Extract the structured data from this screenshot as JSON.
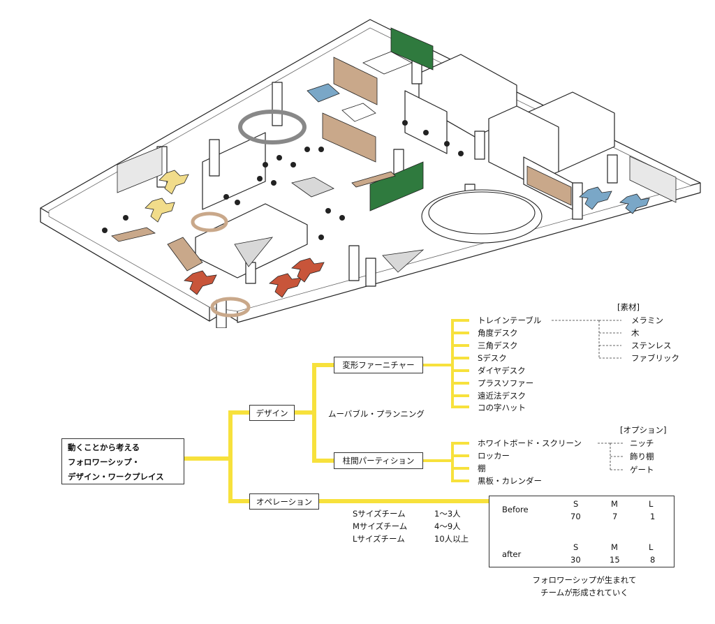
{
  "colors": {
    "accent_yellow": "#f7e13c",
    "red_cross": "#c8553a",
    "blue_cross": "#7aa7c7",
    "pale_yellow_cross": "#f1dc8a",
    "green_board": "#2f7a3e",
    "wood": "#c9a88a",
    "grey": "#b9b9b9"
  },
  "floorplan": {
    "icon": "isometric-office-floorplan"
  },
  "root": {
    "line1": "動くことから考える",
    "line2": "フォロワーシップ・",
    "line3": "デザイン・ワークプレイス"
  },
  "design": {
    "label": "デザイン"
  },
  "operation": {
    "label": "オペレーション"
  },
  "furniture": {
    "label": "変形ファーニチャー",
    "items": [
      "トレインテーブル",
      "角度デスク",
      "三角デスク",
      "Sデスク",
      "ダイヤデスク",
      "プラスソファー",
      "遠近法デスク",
      "コの字ハット"
    ]
  },
  "materials": {
    "title": "[素材]",
    "items": [
      "メラミン",
      "木",
      "ステンレス",
      "ファブリック"
    ]
  },
  "movable_planning": "ムーバブル・プランニング",
  "partition": {
    "label": "柱間パーティション",
    "items": [
      "ホワイトボード・スクリーン",
      "ロッカー",
      "棚",
      "黒板・カレンダー"
    ]
  },
  "options": {
    "title": "[オプション]",
    "items": [
      "ニッチ",
      "飾り棚",
      "ゲート"
    ]
  },
  "teams": [
    {
      "name": "Sサイズチーム",
      "size": "1〜3人"
    },
    {
      "name": "Mサイズチーム",
      "size": "4〜9人"
    },
    {
      "name": "Lサイズチーム",
      "size": "10人以上"
    }
  ],
  "result_table": {
    "before_label": "Before",
    "after_label": "after",
    "headers": [
      "S",
      "M",
      "L"
    ],
    "before_values": [
      "70",
      "7",
      "1"
    ],
    "after_values": [
      "30",
      "15",
      "8"
    ]
  },
  "caption": {
    "line1": "フォロワーシップが生まれて",
    "line2": "チームが形成されていく"
  }
}
